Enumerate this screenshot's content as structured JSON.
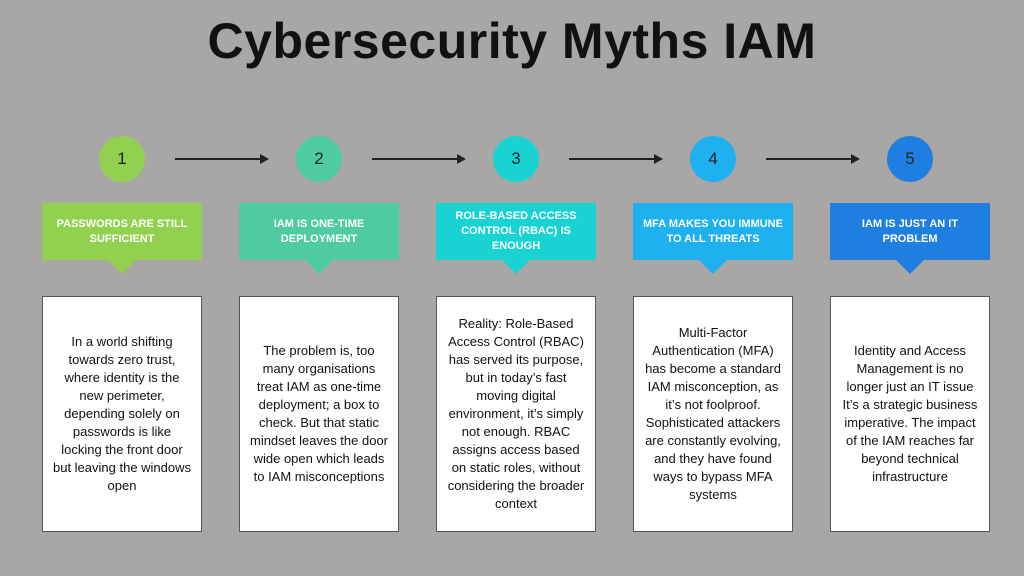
{
  "title": "Cybersecurity Myths IAM",
  "steps": [
    {
      "number": "1",
      "color": "#92d050",
      "myth": "PASSWORDS ARE STILL SUFFICIENT",
      "description": "In a world shifting towards zero trust, where identity is the new perimeter, depending solely on passwords is like locking the front door but leaving the windows open"
    },
    {
      "number": "2",
      "color": "#4fcc9f",
      "myth": "IAM IS ONE-TIME DEPLOYMENT",
      "description": "The problem is, too many organisations treat IAM as one-time deployment; a box to check. But that static mindset leaves the door wide open which leads to IAM misconceptions"
    },
    {
      "number": "3",
      "color": "#19d3d3",
      "myth": "ROLE-BASED ACCESS CONTROL (RBAC) IS ENOUGH",
      "description": "Reality: Role-Based Access Control (RBAC) has served its purpose, but in today’s fast moving digital environment, it’s simply not enough. RBAC assigns access based on static roles, without considering the broader context"
    },
    {
      "number": "4",
      "color": "#1fb0f0",
      "myth": "MFA MAKES YOU IMMUNE TO ALL THREATS",
      "description": "Multi-Factor Authentication (MFA) has become a standard IAM misconception, as it’s not foolproof. Sophisticated attackers are constantly evolving, and they have found ways to bypass MFA systems"
    },
    {
      "number": "5",
      "color": "#1f7fe0",
      "myth": "IAM IS JUST AN IT PROBLEM",
      "description": "Identity and Access Management is no longer just an IT issue It’s a strategic business imperative. The impact of the IAM reaches far beyond technical infrastructure"
    }
  ]
}
